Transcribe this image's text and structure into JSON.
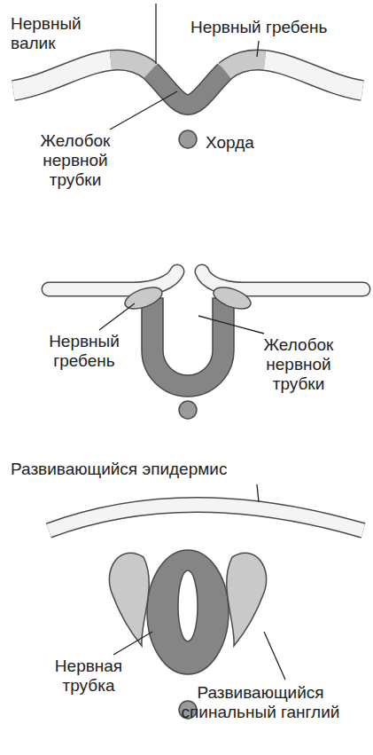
{
  "diagram": {
    "labels": [
      "Нервный валик",
      "Нервный гребень",
      "Желобок нервной трубки",
      "Хорда",
      "Нервный гребень",
      "Желобок нервной трубки",
      "Развивающийся эпидермис",
      "Нервная трубка",
      "Развивающийся спинальный ганглий"
    ]
  }
}
